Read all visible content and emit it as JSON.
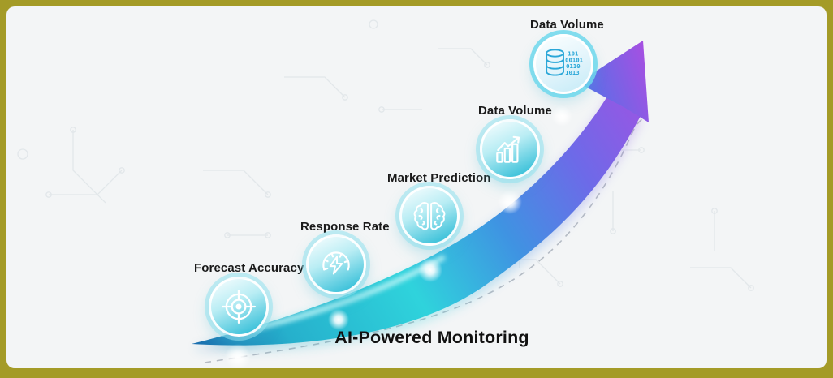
{
  "title": "AI-Powered Monitoring",
  "milestones": [
    {
      "label": "Forecast Accuracy",
      "icon": "target-icon"
    },
    {
      "label": "Response Rate",
      "icon": "gauge-lightning-icon"
    },
    {
      "label": "Market Prediction",
      "icon": "brain-icon"
    },
    {
      "label": "Data Volume",
      "icon": "bar-chart-growth-icon"
    },
    {
      "label": "Data Volume",
      "icon": "database-binary-icon",
      "binary_rows": [
        "101",
        "00101",
        "0110",
        "1013"
      ]
    }
  ],
  "colors": {
    "frame_border": "#a49b27",
    "panel_background": "#f3f5f6",
    "arrow_gradient": [
      "#1a6cae",
      "#26b0cc",
      "#2fd3dc",
      "#3f93e2",
      "#6d6ae8",
      "#a84fe2"
    ],
    "badge_cyan": "#3ec2da",
    "dashed_line": "#b6bcc4",
    "label_text": "#1a1a1a"
  }
}
